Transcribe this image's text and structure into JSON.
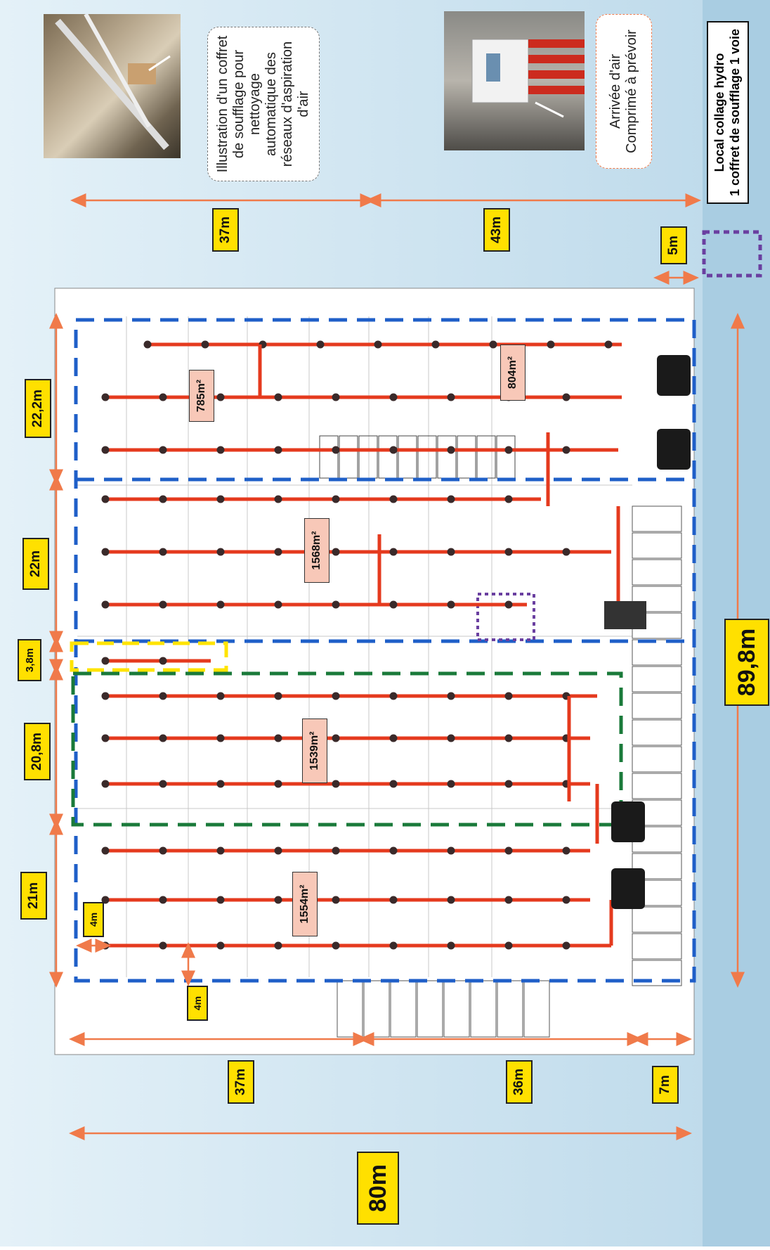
{
  "callouts": {
    "blower_illustration": "Illustration d'un coffret de soufflage pour nettoyage automatique des réseaux d'aspiration d'air",
    "air_supply_line1": "Arrivée d'air",
    "air_supply_line2": "Comprimé à prévoir",
    "room_line1": "Local collage hydro",
    "room_line2": "1 coffret de soufflage 1 voie"
  },
  "dimensions": {
    "top": [
      "37m",
      "43m",
      "5m"
    ],
    "bottom": [
      "37m",
      "36m",
      "7m"
    ],
    "left": [
      "22,2m",
      "22m",
      "3,8m",
      "20,8m",
      "21m"
    ],
    "overall_length": "89,8m",
    "overall_width": "80m",
    "offset_side": "4m",
    "offset_bottom": "4m"
  },
  "zones": [
    {
      "area": "785m²"
    },
    {
      "area": "804m²"
    },
    {
      "area": "1568m²"
    },
    {
      "area": "1539m²"
    },
    {
      "area": "1554m²"
    }
  ],
  "colors": {
    "duct": "#e53a1e",
    "zone_blue": "#1f5fc8",
    "zone_green": "#1a7a3a",
    "zone_yellow": "#ffe400",
    "zone_purple": "#6a3fa0",
    "dimension_line": "#f07a4a",
    "label_fill": "#ffe000",
    "area_fill": "#f8c8b8",
    "background": "#cfe4f0"
  }
}
